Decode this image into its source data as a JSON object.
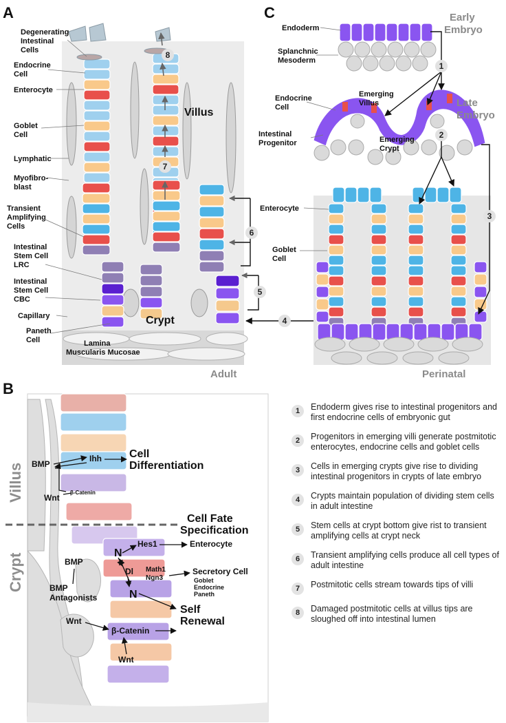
{
  "panels": {
    "A": "A",
    "B": "B",
    "C": "C"
  },
  "panel_a": {
    "labels": {
      "degenerating": [
        "Degenerating",
        "Intestinal",
        "Cells"
      ],
      "endocrine": [
        "Endocrine",
        "Cell"
      ],
      "enterocyte": "Enterocyte",
      "goblet": [
        "Goblet",
        "Cell"
      ],
      "lymphatic": "Lymphatic",
      "myofibroblast": [
        "Myofibro-",
        "blast"
      ],
      "transient": [
        "Transient",
        "Amplifying",
        "Cells"
      ],
      "lrc": [
        "Intestinal",
        "Stem Cell",
        "LRC"
      ],
      "cbc": [
        "Intestinal",
        "Stem Cell",
        "CBC"
      ],
      "capillary": "Capillary",
      "paneth": [
        "Paneth",
        "Cell"
      ],
      "lamina": [
        "Lamina",
        "Muscularis Mucosae"
      ]
    },
    "villus": "Villus",
    "crypt": "Crypt",
    "stage": "Adult",
    "steps": {
      "s4": "4",
      "s5": "5",
      "s6": "6",
      "s7": "7",
      "s8": "8"
    }
  },
  "panel_c": {
    "labels": {
      "endoderm": "Endoderm",
      "splanchnic": [
        "Splanchnic",
        "Mesoderm"
      ],
      "endocrine": [
        "Endocrine",
        "Cell"
      ],
      "emerging_villus": [
        "Emerging",
        "Villus"
      ],
      "progenitor": [
        "Intestinal",
        "Progenitor"
      ],
      "emerging_crypt": [
        "Emerging",
        "Crypt"
      ],
      "enterocyte": "Enterocyte",
      "goblet": [
        "Goblet",
        "Cell"
      ]
    },
    "stages": {
      "early": [
        "Early",
        "Embryo"
      ],
      "late": [
        "Late",
        "Embryo"
      ],
      "perinatal": "Perinatal"
    },
    "steps": {
      "s1": "1",
      "s2": "2",
      "s3": "3"
    }
  },
  "panel_b": {
    "side_labels": {
      "villus": "Villus",
      "crypt": "Crypt"
    },
    "signals": {
      "bmp_top": "BMP",
      "ihh": "Ihh",
      "cell_diff": [
        "Cell",
        "Differentiation"
      ],
      "wnt_top": "Wnt",
      "beta_small": "β-Catenin",
      "cell_fate": [
        "Cell Fate",
        "Specification"
      ],
      "n_top": "N",
      "hes1": "Hes1",
      "enterocyte": "Enterocyte",
      "dl": "Dl",
      "math1": "Math1",
      "ngn3": "Ngn3",
      "secretory": "Secretory Cell",
      "secretory_types": [
        "Goblet",
        "Endocrine",
        "Paneth"
      ],
      "n_bottom": "N",
      "self_renewal": [
        "Self",
        "Renewal"
      ],
      "bmp_mid": "BMP",
      "bmp_antag": [
        "BMP",
        "Antagonists"
      ],
      "wnt_left": "Wnt",
      "beta_main": "β-Catenin",
      "wnt_bottom": "Wnt"
    }
  },
  "legend": [
    {
      "num": "1",
      "text": "Endoderm gives rise to intestinal progenitors and first endocrine cells of embryonic gut"
    },
    {
      "num": "2",
      "text": "Progenitors in emerging villi generate postmitotic enterocytes, endocrine cells and goblet cells"
    },
    {
      "num": "3",
      "text": "Cells in emerging crypts give rise to dividing intestinal progenitors in crypts of late embryo"
    },
    {
      "num": "4",
      "text": "Crypts maintain population of dividing stem cells in adult intestine"
    },
    {
      "num": "5",
      "text": "Stem cells at crypt bottom give rist to transient amplifying cells at crypt neck"
    },
    {
      "num": "6",
      "text": "Transient amplifying cells produce all cell types of adult intestine"
    },
    {
      "num": "7",
      "text": "Postmitotic cells stream towards tips of villi"
    },
    {
      "num": "8",
      "text": "Damaged postmitotic cells at villus tips are sloughed off into intestinal lumen"
    }
  ],
  "colors": {
    "enterocyte": "#9fd0ee",
    "enterocyte_bright": "#4eb4e6",
    "goblet": "#f9c98a",
    "endocrine": "#e8504b",
    "transient": "#8f7fb4",
    "stem_lrc": "#5a1fd0",
    "stem_cbc": "#8a55f0",
    "paneth": "#f5c98d",
    "stroma": "#dcdcdc",
    "outline": "#9a9a9a"
  }
}
